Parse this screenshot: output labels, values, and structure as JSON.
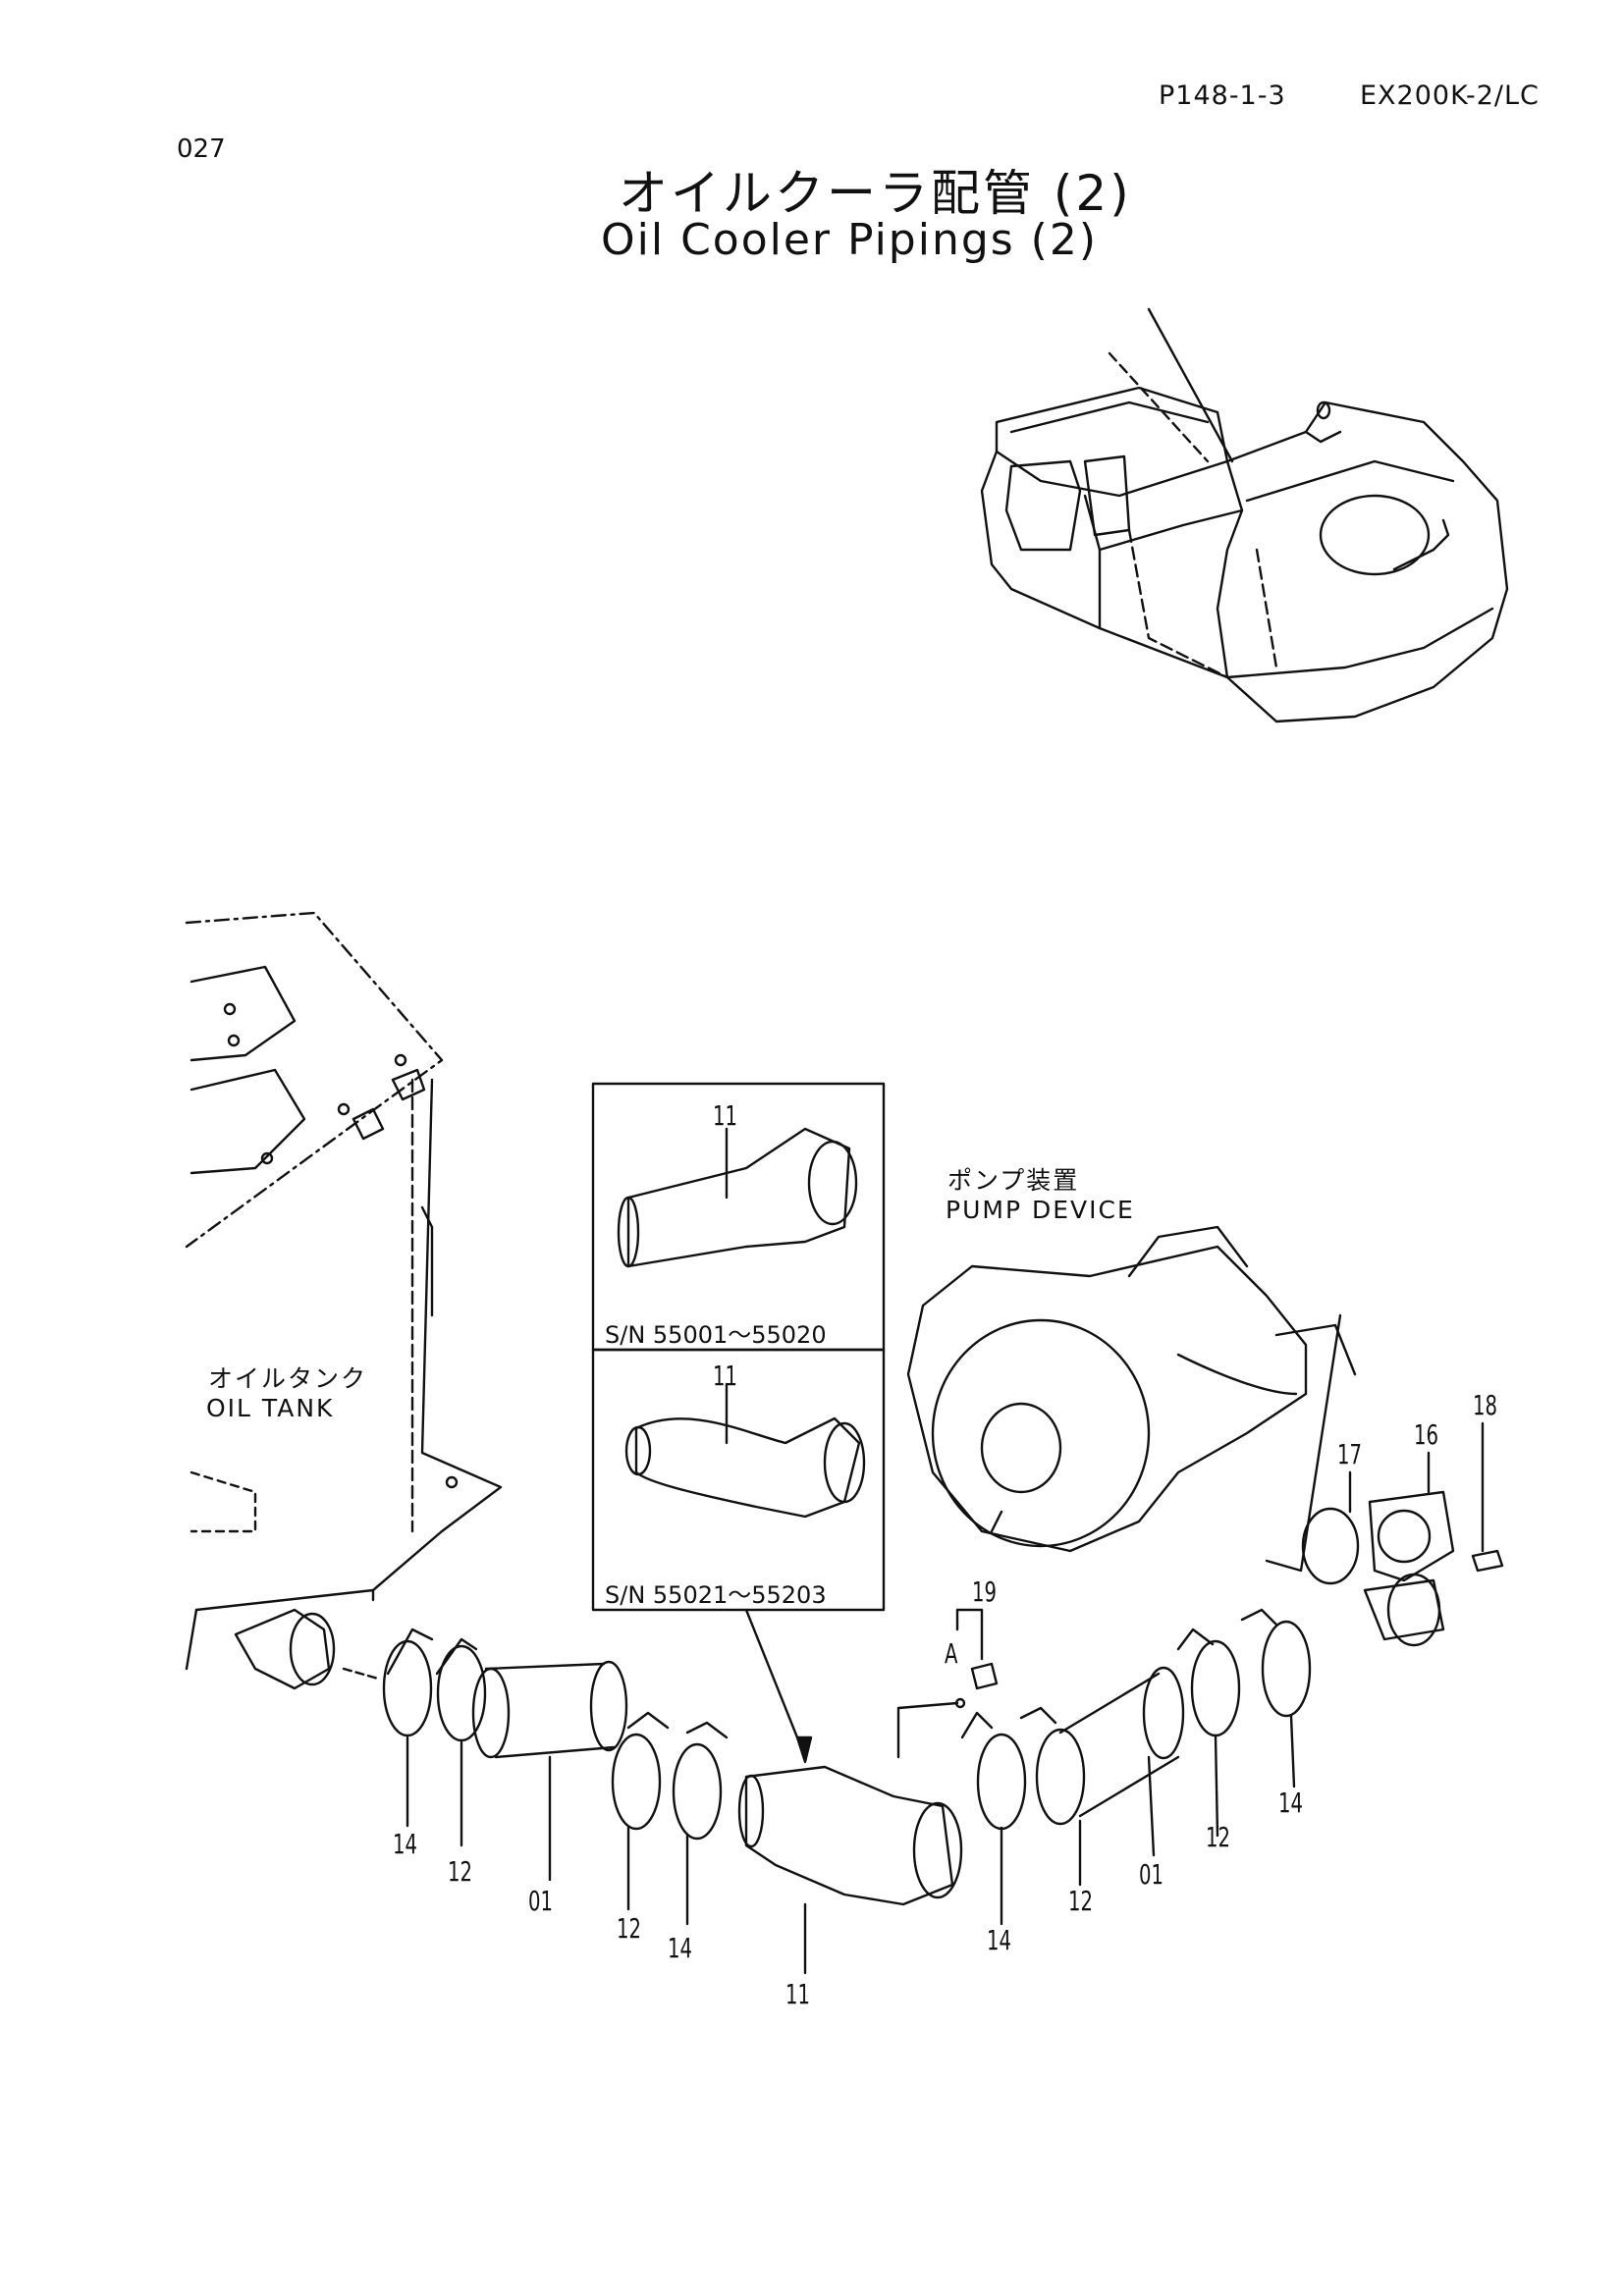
{
  "header": {
    "page_ref": "P148-1-3",
    "model": "EX200K-2/LC"
  },
  "page_number": "027",
  "title": {
    "japanese": "オイルクーラ配管 (2)",
    "english": "Oil Cooler Pipings (2)"
  },
  "labels": {
    "oil_tank_jp": "オイルタンク",
    "oil_tank_en": "OIL TANK",
    "pump_jp": "ポンプ装置",
    "pump_en": "PUMP DEVICE"
  },
  "insets": [
    {
      "part": "11",
      "serial": "S/N 55001～55020"
    },
    {
      "part": "11",
      "serial": "S/N 55021～55203"
    }
  ],
  "view_marker": "A",
  "callouts": {
    "c14a": "14",
    "c12a": "12",
    "c01a": "01",
    "c12b": "12",
    "c14b": "14",
    "c11": "11",
    "c14c": "14",
    "c12c": "12",
    "c01b": "01",
    "c12d": "12",
    "c14d": "14",
    "c19": "19",
    "c17": "17",
    "c16": "16",
    "c18": "18"
  }
}
